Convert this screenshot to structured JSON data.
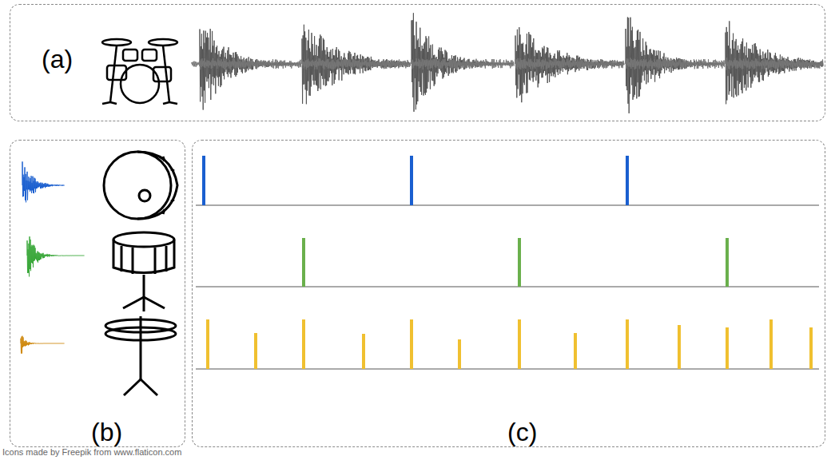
{
  "diagram": {
    "nodes": [
      {
        "text": [
          "(a)"
        ]
      },
      {
        "text": [
          "(b)"
        ]
      },
      {
        "text": [
          "(c)"
        ]
      }
    ],
    "labels": [
      "Icons made by Freepik from www.flaticon.com"
    ]
  }
}
